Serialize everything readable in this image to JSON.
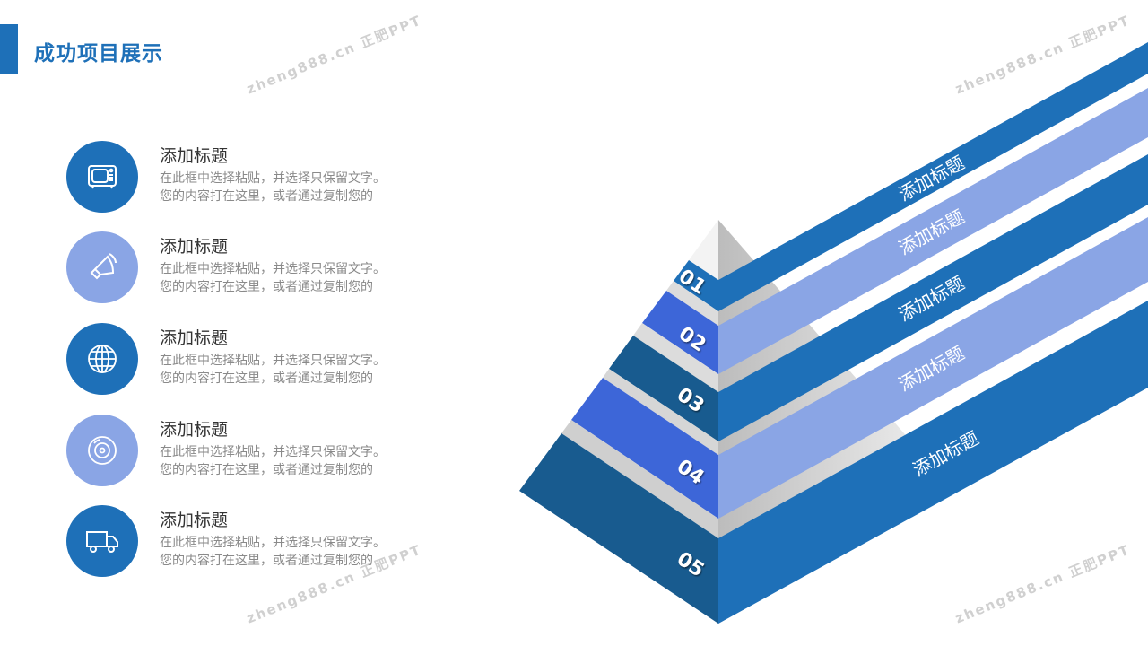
{
  "header": {
    "title": "成功项目展示"
  },
  "list": [
    {
      "icon": "tv-icon",
      "title": "添加标题",
      "line1": "在此框中选择粘贴，并选择只保留文字。",
      "line2": "您的内容打在这里，或者通过复制您的",
      "color": "#1e70b8"
    },
    {
      "icon": "speaker-icon",
      "title": "添加标题",
      "line1": "在此框中选择粘贴，并选择只保留文字。",
      "line2": "您的内容打在这里，或者通过复制您的",
      "color": "#8aa5e5"
    },
    {
      "icon": "globe-icon",
      "title": "添加标题",
      "line1": "在此框中选择粘贴，并选择只保留文字。",
      "line2": "您的内容打在这里，或者通过复制您的",
      "color": "#1e70b8"
    },
    {
      "icon": "disc-icon",
      "title": "添加标题",
      "line1": "在此框中选择粘贴，并选择只保留文字。",
      "line2": "您的内容打在这里，或者通过复制您的",
      "color": "#8aa5e5"
    },
    {
      "icon": "truck-icon",
      "title": "添加标题",
      "line1": "在此框中选择粘贴，并选择只保留文字。",
      "line2": "您的内容打在这里，或者通过复制您的",
      "color": "#1e70b8"
    }
  ],
  "pyramid": {
    "levels": [
      {
        "number": "01",
        "label": "添加标题"
      },
      {
        "number": "02",
        "label": "添加标题"
      },
      {
        "number": "03",
        "label": "添加标题"
      },
      {
        "number": "04",
        "label": "添加标题"
      },
      {
        "number": "05",
        "label": "添加标题"
      }
    ],
    "colors": {
      "ribbon_dark": "#1e70b8",
      "ribbon_light": "#8aa5e5",
      "face_mid": "#3d66d8",
      "face_dark": "#185b8f"
    }
  },
  "watermark": "zheng888.cn 正肥PPT"
}
